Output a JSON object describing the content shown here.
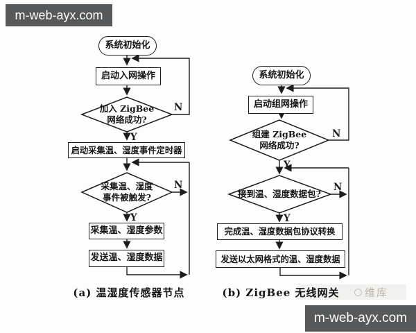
{
  "watermarks": {
    "top_left": "m-web-ayx.com",
    "bottom_right": "m-web-ayx.com",
    "faint": "维库"
  },
  "labels": {
    "yes": "Y",
    "no": "N"
  },
  "chart_a": {
    "start": "系统初始化",
    "step_join": "启动入网操作",
    "decision_join_l1": "加入 ZigBee",
    "decision_join_l2": "网络成功?",
    "step_timer": "启动采集温、湿度事件定时器",
    "decision_event_l1": "采集温、湿度",
    "decision_event_l2": "事件被触发?",
    "step_collect": "采集温、湿度参数",
    "step_send": "发送温、湿度数据",
    "caption": "(a) 温湿度传感器节点"
  },
  "chart_b": {
    "start": "系统初始化",
    "step_form": "启动组网操作",
    "decision_form_l1": "组建 ZigBee",
    "decision_form_l2": "网络成功?",
    "decision_packet": "接到温、湿度数据包?",
    "step_convert": "完成温、湿度数据包协议转换",
    "step_send": "发送以太网格式的温、湿度数据",
    "caption": "(b) ZigBee 无线网关"
  }
}
